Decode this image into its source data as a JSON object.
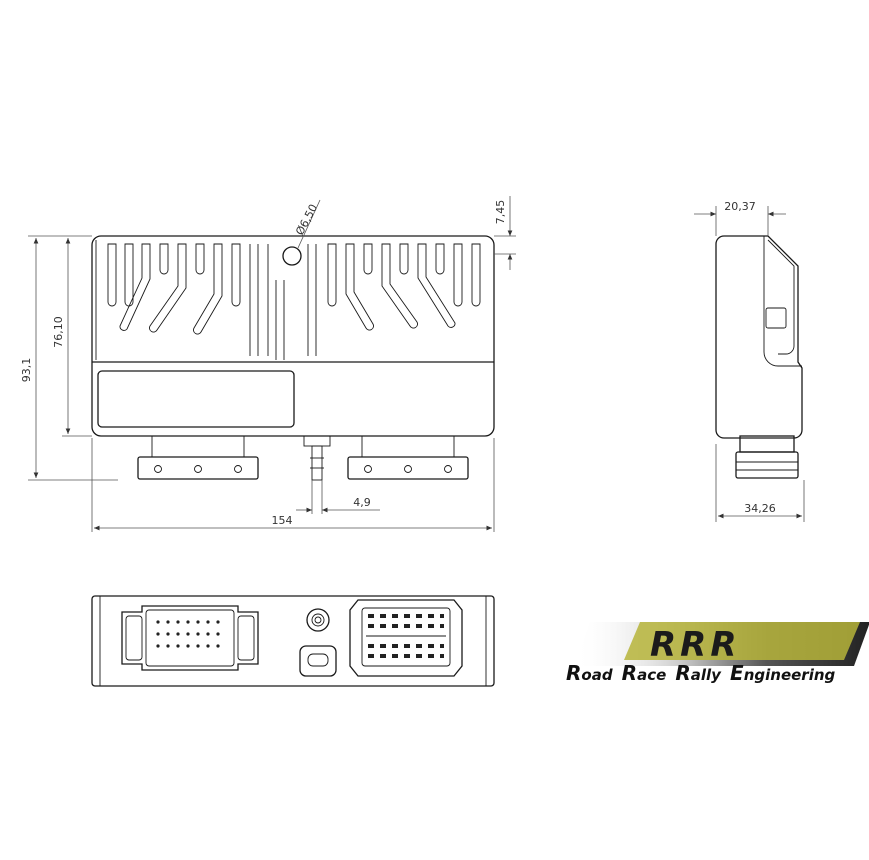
{
  "dimensions": {
    "total_height": "93,1",
    "body_height": "76,10",
    "hole_diameter": "Ø6,50",
    "top_offset": "7,45",
    "pipe_width": "4,9",
    "total_width": "154",
    "side_top_width": "20,37",
    "side_depth": "34,26"
  },
  "logo": {
    "big_letters": "RRR",
    "tagline": [
      {
        "cap": "R",
        "rest": "oad"
      },
      {
        "cap": "R",
        "rest": "ace"
      },
      {
        "cap": "R",
        "rest": "ally"
      },
      {
        "cap": "E",
        "rest": "ngineering"
      }
    ],
    "colors": {
      "accent": "#b6b43a",
      "dark": "#111111"
    }
  }
}
